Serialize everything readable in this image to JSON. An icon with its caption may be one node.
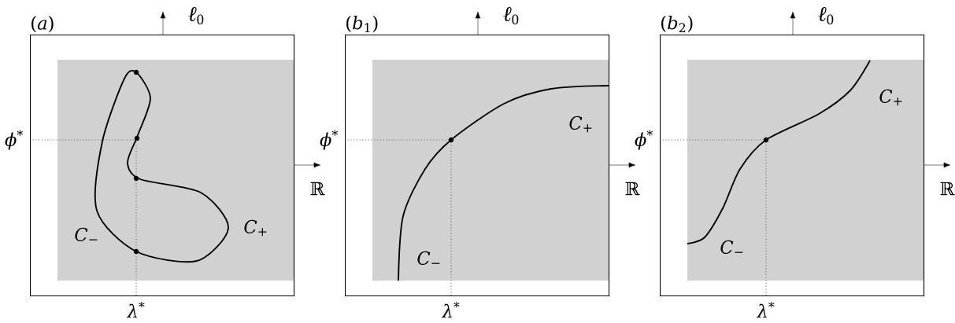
{
  "diagram": {
    "nodes": [
      {
        "text": [
          "(*a*)",
          "*C*$_{−}$",
          "*C*$_{+}$"
        ],
        "beside": [
          "*ℓ*$_{0}$",
          "ℝ",
          "*ϕ*$^{*}$",
          "*λ*$^{*}$"
        ]
      },
      {
        "text": [
          "(*b*$_{1}$)",
          "*C*$_{+}$",
          "*C*$_{−}$"
        ],
        "beside": [
          "*ℓ*$_{0}$",
          "ℝ",
          "*ϕ*$^{*}$",
          "*λ*$^{*}$"
        ]
      },
      {
        "text": [
          "(*b*$_{2}$)",
          "*C*$_{+}$",
          "*C*$_{−}$"
        ],
        "beside": [
          "*ℓ*$_{0}$",
          "ℝ",
          "*ϕ*$^{*}$",
          "*λ*$^{*}$"
        ]
      }
    ]
  }
}
